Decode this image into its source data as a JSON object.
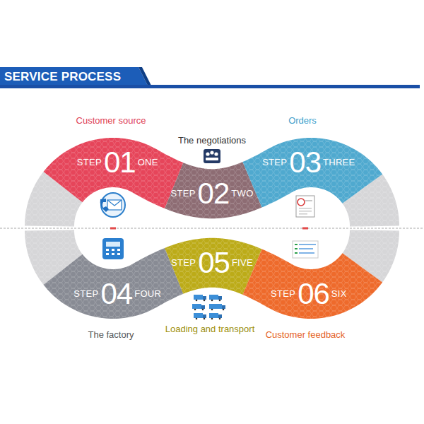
{
  "diagram": {
    "title": "SERVICE PROCESS",
    "nodes": [
      {
        "text": [
          "Customer source",
          "STEP",
          "01",
          "ONE"
        ]
      },
      {
        "text": [
          "The negotiations",
          "STEP",
          "02",
          "TWO"
        ]
      },
      {
        "text": [
          "Orders",
          "STEP",
          "03",
          "THREE"
        ]
      },
      {
        "text": [
          "The factory",
          "STEP",
          "04",
          "FOUR"
        ]
      },
      {
        "text": [
          "Loading and transport",
          "STEP",
          "05",
          "FIVE"
        ]
      },
      {
        "text": [
          "Customer feedback",
          "STEP",
          "06",
          "SIX"
        ]
      }
    ]
  }
}
